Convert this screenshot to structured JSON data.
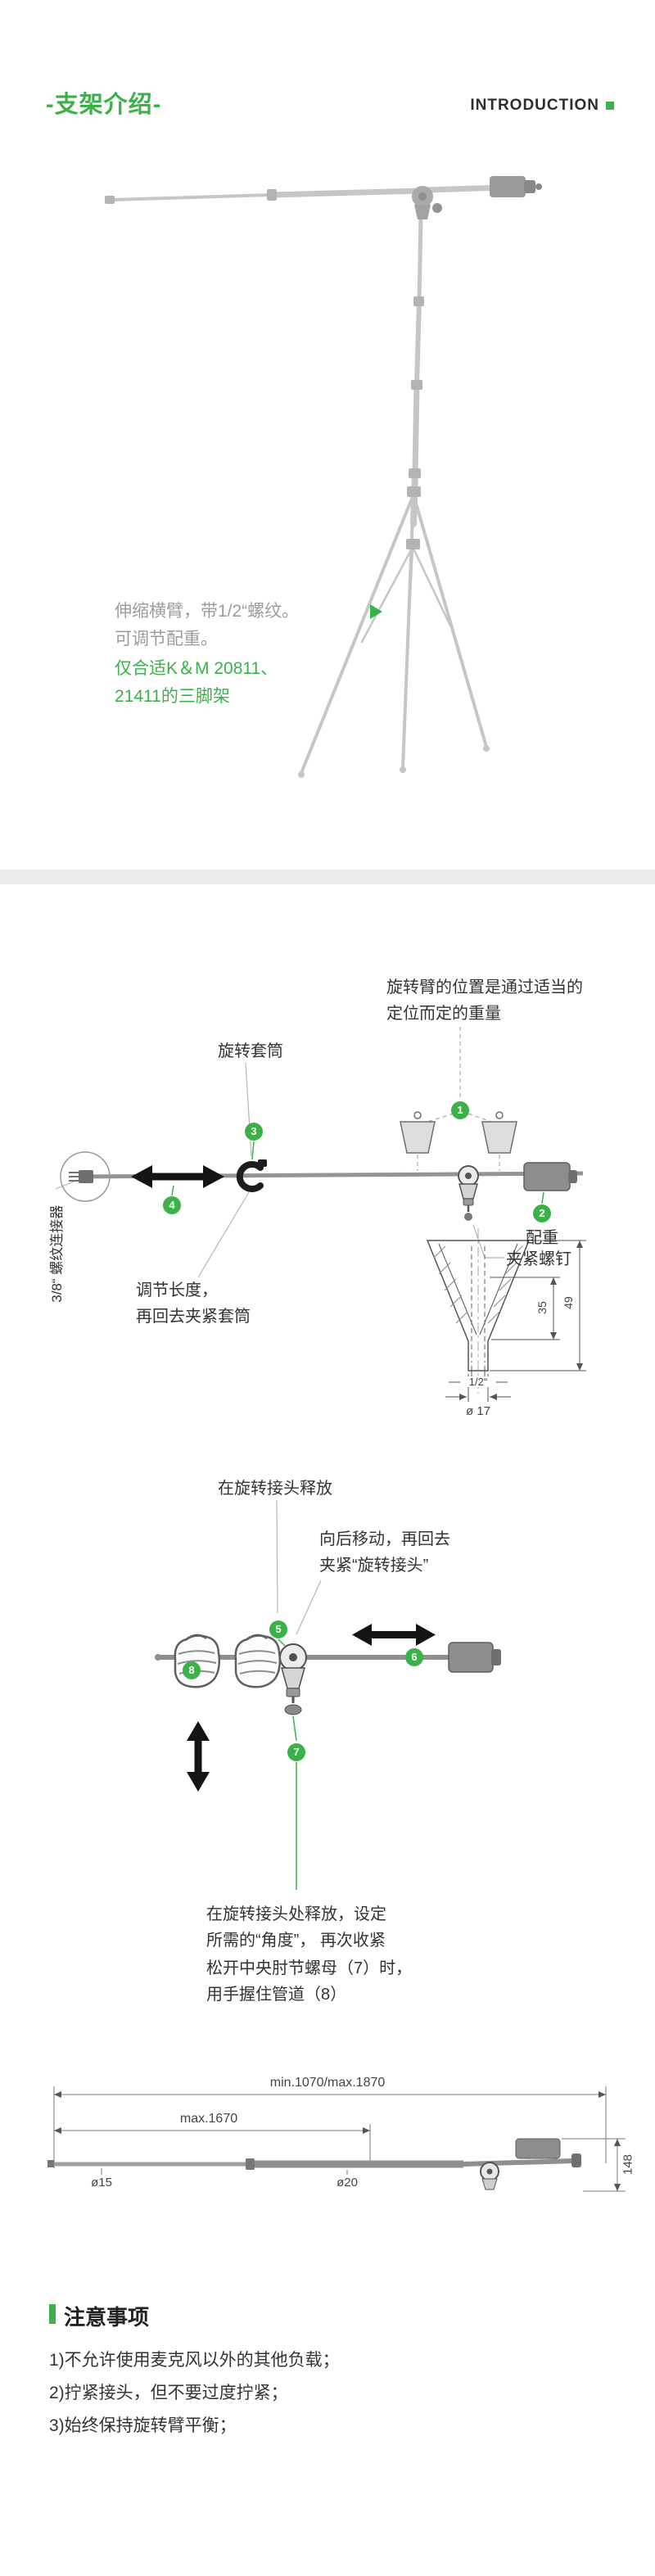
{
  "theme": {
    "accent_green": "#3cb14a",
    "text_dark": "#333333",
    "text_gray": "#9c9c9c",
    "warning_red": "#e8382f",
    "divider_gray": "#ececec"
  },
  "header": {
    "title": "-支架介绍-",
    "subtitle": "INTRODUCTION"
  },
  "hero": {
    "caption_line1": "伸缩横臂，带1/2“螺纹。",
    "caption_line2": "可调节配重。",
    "caption_line3": "仅合适K＆M 20811、",
    "caption_line4": "21411的三脚架"
  },
  "diagram1": {
    "note_position_line1": "旋转臂的位置是通过适当的",
    "note_position_line2": "定位而定的重量",
    "label_swivel_sleeve": "旋转套筒",
    "label_counterweight": "配重",
    "label_clamp_screw": "夹紧螺钉",
    "label_thread_connector": "3/8“ 螺纹连接器",
    "note_adjust_line1": "调节长度，",
    "note_adjust_line2": "再回去夹紧套筒",
    "badges": {
      "b1": "1",
      "b2": "2",
      "b3": "3",
      "b4": "4"
    },
    "detail_dims": {
      "depth_inner": "35",
      "depth_total": "49",
      "thread_size": "1/2“",
      "diameter": "ø 17"
    }
  },
  "diagram2": {
    "note_release": "在旋转接头释放",
    "note_move_line1": "向后移动，再回去",
    "note_move_line2": "夹紧“旋转接头”",
    "note_bottom_line1": "在旋转接头处释放，设定",
    "note_bottom_line2": "所需的“角度”， 再次收紧",
    "warning_line1": "松开中央肘节螺母（7）时，",
    "warning_line2": "用手握住管道（8）",
    "badges": {
      "b5": "5",
      "b6": "6",
      "b7": "7",
      "b8": "8"
    }
  },
  "dimension_drawing": {
    "dim_total": "min.1070/max.1870",
    "dim_arm": "max.1670",
    "dim_small_tube": "ø15",
    "dim_large_tube": "ø20",
    "dim_height": "148"
  },
  "notes": {
    "title": "注意事项",
    "item1": "1)不允许使用麦克风以外的其他负载；",
    "item2": "2)拧紧接头，但不要过度拧紧；",
    "item3": "3)始终保持旋转臂平衡；"
  }
}
